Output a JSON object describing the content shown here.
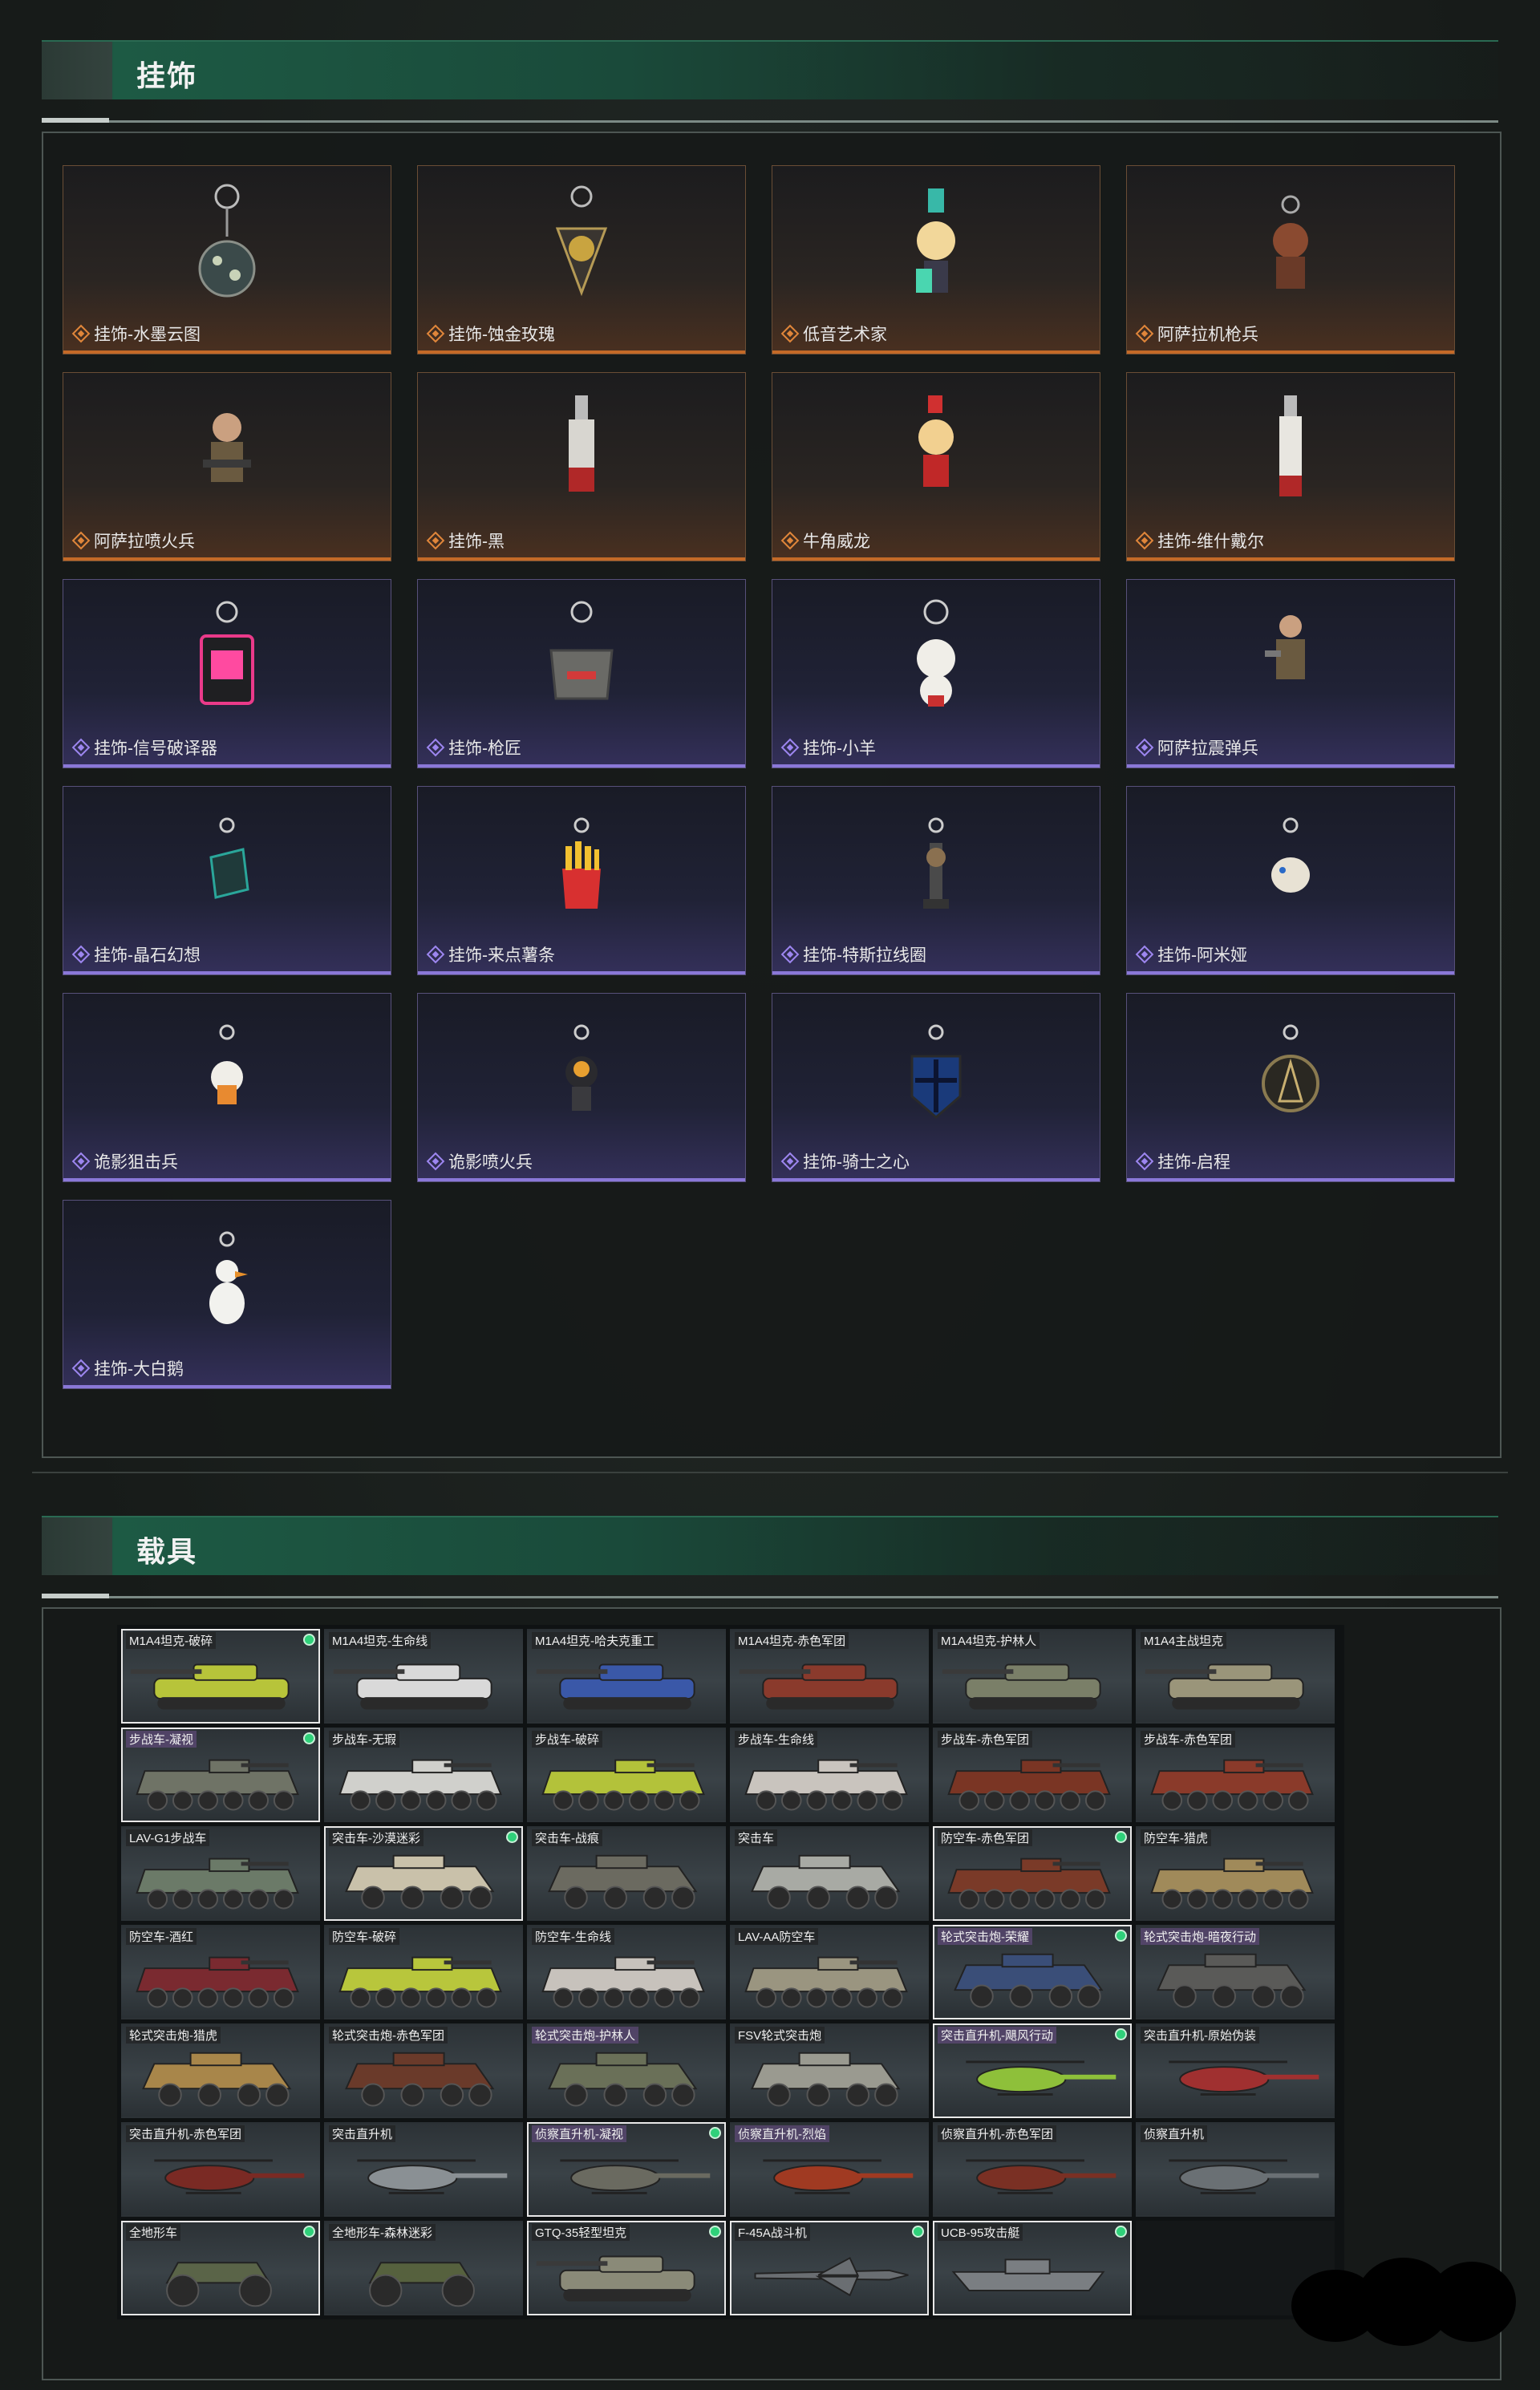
{
  "charms_section": {
    "title": "挂饰",
    "items": [
      {
        "name": "挂饰-水墨云图",
        "rarity": "orange"
      },
      {
        "name": "挂饰-蚀金玫瑰",
        "rarity": "orange"
      },
      {
        "name": "低音艺术家",
        "rarity": "orange"
      },
      {
        "name": "阿萨拉机枪兵",
        "rarity": "orange"
      },
      {
        "name": "阿萨拉喷火兵",
        "rarity": "orange"
      },
      {
        "name": "挂饰-黑",
        "rarity": "orange"
      },
      {
        "name": "牛角威龙",
        "rarity": "orange"
      },
      {
        "name": "挂饰-维什戴尔",
        "rarity": "orange"
      },
      {
        "name": "挂饰-信号破译器",
        "rarity": "purple"
      },
      {
        "name": "挂饰-枪匠",
        "rarity": "purple"
      },
      {
        "name": "挂饰-小羊",
        "rarity": "purple"
      },
      {
        "name": "阿萨拉震弹兵",
        "rarity": "purple"
      },
      {
        "name": "挂饰-晶石幻想",
        "rarity": "purple"
      },
      {
        "name": "挂饰-来点薯条",
        "rarity": "purple"
      },
      {
        "name": "挂饰-特斯拉线圈",
        "rarity": "purple"
      },
      {
        "name": "挂饰-阿米娅",
        "rarity": "purple"
      },
      {
        "name": "诡影狙击兵",
        "rarity": "purple"
      },
      {
        "name": "诡影喷火兵",
        "rarity": "purple"
      },
      {
        "name": "挂饰-骑士之心",
        "rarity": "purple"
      },
      {
        "name": "挂饰-启程",
        "rarity": "purple"
      },
      {
        "name": "挂饰-大白鹅",
        "rarity": "purple"
      }
    ]
  },
  "vehicles_section": {
    "title": "载具",
    "items": [
      {
        "name": "M1A4坦克-破碎",
        "kind": "tank",
        "camo": "#b7c43a",
        "selected": true,
        "dot": true
      },
      {
        "name": "M1A4坦克-生命线",
        "kind": "tank",
        "camo": "#d9d9d9",
        "selected": false,
        "dot": false
      },
      {
        "name": "M1A4坦克-哈夫克重工",
        "kind": "tank",
        "camo": "#3a58a8",
        "selected": false,
        "dot": false
      },
      {
        "name": "M1A4坦克-赤色军团",
        "kind": "tank",
        "camo": "#8a3a2c",
        "selected": false,
        "dot": false
      },
      {
        "name": "M1A4坦克-护林人",
        "kind": "tank",
        "camo": "#7a7f68",
        "selected": false,
        "dot": false
      },
      {
        "name": "M1A4主战坦克",
        "kind": "tank",
        "camo": "#9a957a",
        "selected": false,
        "dot": false
      },
      {
        "name": "步战车-凝视",
        "kind": "ifv",
        "camo": "#6f7366",
        "selected": true,
        "dot": true,
        "purple": true
      },
      {
        "name": "步战车-无瑕",
        "kind": "ifv",
        "camo": "#d0d0cc",
        "selected": false,
        "dot": false
      },
      {
        "name": "步战车-破碎",
        "kind": "ifv",
        "camo": "#b3c23a",
        "selected": false,
        "dot": false
      },
      {
        "name": "步战车-生命线",
        "kind": "ifv",
        "camo": "#c9c4be",
        "selected": false,
        "dot": false
      },
      {
        "name": "步战车-赤色军团",
        "kind": "ifv",
        "camo": "#7a3524",
        "selected": false,
        "dot": false
      },
      {
        "name": "步战车-赤色军团",
        "kind": "ifv",
        "camo": "#8a3a2a",
        "selected": false,
        "dot": false
      },
      {
        "name": "LAV-G1步战车",
        "kind": "ifv",
        "camo": "#6b7a68",
        "selected": false,
        "dot": false
      },
      {
        "name": "突击车-沙漠迷彩",
        "kind": "car",
        "camo": "#c9c1aa",
        "selected": true,
        "dot": true
      },
      {
        "name": "突击车-战痕",
        "kind": "car",
        "camo": "#6b6a60",
        "selected": false,
        "dot": false
      },
      {
        "name": "突击车",
        "kind": "car",
        "camo": "#a8aaa4",
        "selected": false,
        "dot": false
      },
      {
        "name": "防空车-赤色军团",
        "kind": "ifv",
        "camo": "#7a3a28",
        "selected": true,
        "dot": true
      },
      {
        "name": "防空车-猎虎",
        "kind": "ifv",
        "camo": "#a08a5a",
        "selected": false,
        "dot": false
      },
      {
        "name": "防空车-酒红",
        "kind": "ifv",
        "camo": "#7a2a30",
        "selected": false,
        "dot": false
      },
      {
        "name": "防空车-破碎",
        "kind": "ifv",
        "camo": "#b8c63c",
        "selected": false,
        "dot": false
      },
      {
        "name": "防空车-生命线",
        "kind": "ifv",
        "camo": "#c7c2bc",
        "selected": false,
        "dot": false
      },
      {
        "name": "LAV-AA防空车",
        "kind": "ifv",
        "camo": "#9a9580",
        "selected": false,
        "dot": false
      },
      {
        "name": "轮式突击炮-荣耀",
        "kind": "car",
        "camo": "#3a4e78",
        "selected": true,
        "dot": true,
        "purple": true
      },
      {
        "name": "轮式突击炮-暗夜行动",
        "kind": "car",
        "camo": "#5a5a58",
        "selected": false,
        "dot": false,
        "purple": true
      },
      {
        "name": "轮式突击炮-猎虎",
        "kind": "car",
        "camo": "#a8864a",
        "selected": false,
        "dot": false
      },
      {
        "name": "轮式突击炮-赤色军团",
        "kind": "car",
        "camo": "#6a3a2a",
        "selected": false,
        "dot": false
      },
      {
        "name": "轮式突击炮-护林人",
        "kind": "car",
        "camo": "#6a7058",
        "selected": false,
        "dot": false,
        "purple": true
      },
      {
        "name": "FSV轮式突击炮",
        "kind": "car",
        "camo": "#9a9a90",
        "selected": false,
        "dot": false
      },
      {
        "name": "突击直升机-飓风行动",
        "kind": "heli",
        "camo": "#8ec03a",
        "selected": true,
        "dot": true,
        "purple": true
      },
      {
        "name": "突击直升机-原始伪装",
        "kind": "heli",
        "camo": "#a03030",
        "selected": false,
        "dot": false
      },
      {
        "name": "突击直升机-赤色军团",
        "kind": "heli",
        "camo": "#7a2a24",
        "selected": false,
        "dot": false
      },
      {
        "name": "突击直升机",
        "kind": "heli",
        "camo": "#8a9094",
        "selected": false,
        "dot": false
      },
      {
        "name": "侦察直升机-凝视",
        "kind": "heli",
        "camo": "#6a6a60",
        "selected": true,
        "dot": true,
        "purple": true
      },
      {
        "name": "侦察直升机-烈焰",
        "kind": "heli",
        "camo": "#a03a22",
        "selected": false,
        "dot": false,
        "purple": true
      },
      {
        "name": "侦察直升机-赤色军团",
        "kind": "heli",
        "camo": "#7a3024",
        "selected": false,
        "dot": false
      },
      {
        "name": "侦察直升机",
        "kind": "heli",
        "camo": "#6a7074",
        "selected": false,
        "dot": false
      },
      {
        "name": "全地形车",
        "kind": "atv",
        "camo": "#5a6448",
        "selected": true,
        "dot": true
      },
      {
        "name": "全地形车-森林迷彩",
        "kind": "atv",
        "camo": "#56613e",
        "selected": false,
        "dot": false
      },
      {
        "name": "GTQ-35轻型坦克",
        "kind": "tank",
        "camo": "#8a8a78",
        "selected": true,
        "dot": true
      },
      {
        "name": "F-45A战斗机",
        "kind": "jet",
        "camo": "#6a6e72",
        "selected": true,
        "dot": true
      },
      {
        "name": "UCB-95攻击艇",
        "kind": "boat",
        "camo": "#7a7e82",
        "selected": true,
        "dot": true
      }
    ]
  }
}
